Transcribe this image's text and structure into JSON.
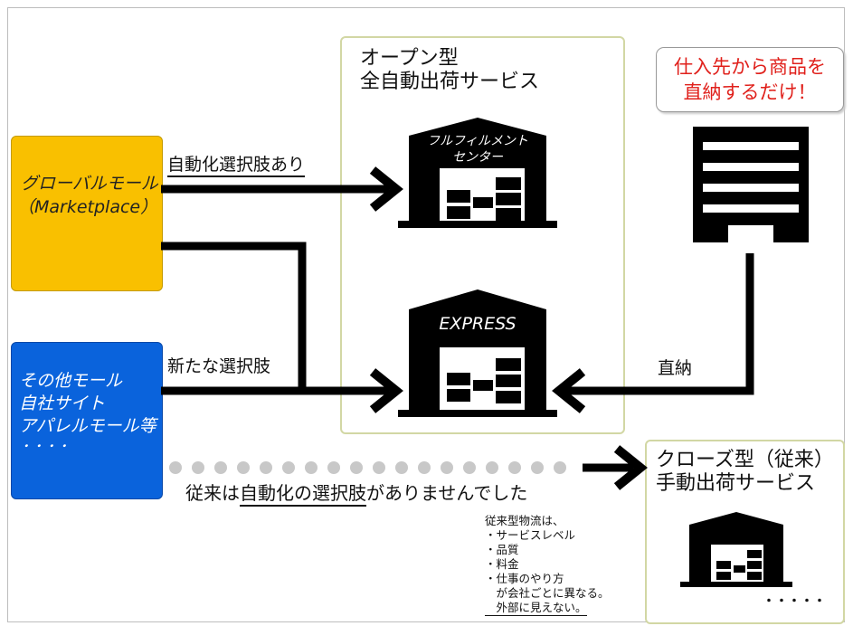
{
  "global_mall": {
    "line1": "グローバルモール",
    "line2": "（Marketplace）"
  },
  "other_mall": {
    "line1": "その他モール",
    "line2": "自社サイト",
    "line3": "アパレルモール等",
    "line4": "・・・・"
  },
  "label_auto": "自動化選択肢あり",
  "label_new": "新たな選択肢",
  "open_service": {
    "line1": "オープン型",
    "line2": "全自動出荷サービス"
  },
  "fulfillment": {
    "line1": "フルフィルメント",
    "line2": "センター"
  },
  "express": "EXPRESS",
  "callout": {
    "line1": "仕入先から商品を",
    "line2": "直納するだけ！"
  },
  "label_direct": "直納",
  "conventional": {
    "part1": "従来は",
    "part2": "自動化の選択肢",
    "part3": "がありませんでした"
  },
  "closed_service": {
    "line1": "クローズ型（従来）",
    "line2": "手動出荷サービス"
  },
  "closed_dots": "・・・・・",
  "note": {
    "line1": "従来型物流は、",
    "line2": "・サービスレベル",
    "line3": "・品質",
    "line4": "・料金",
    "line5": "・仕事のやり方",
    "line6": "　が会社ごとに異なる。",
    "line7": "　外部に見えない。"
  },
  "colors": {
    "global_mall": "#f9c000",
    "other_mall": "#0a63dc",
    "callout_text": "#e0201b",
    "zone_border": "#d2d7a4",
    "dots": "#c8c8c8"
  }
}
